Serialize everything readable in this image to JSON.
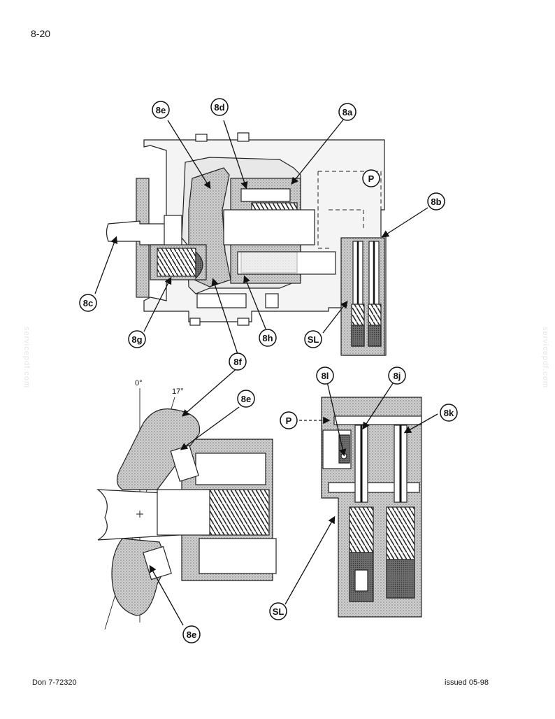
{
  "header": {
    "page_number": "8-20"
  },
  "footer": {
    "left": "Don 7-72320",
    "right": "issued 05-98"
  },
  "watermark": {
    "text": "servicepdf.com"
  },
  "top_view": {
    "callouts": [
      "8e",
      "8d",
      "8a",
      "P",
      "8b",
      "8c",
      "8g",
      "8f",
      "8h",
      "SL"
    ]
  },
  "swash_view": {
    "angles": [
      "0°",
      "17°"
    ],
    "callouts": [
      "8e",
      "8e"
    ]
  },
  "valve_view": {
    "callouts": [
      "8l",
      "8j",
      "8k",
      "P",
      "SL"
    ]
  }
}
